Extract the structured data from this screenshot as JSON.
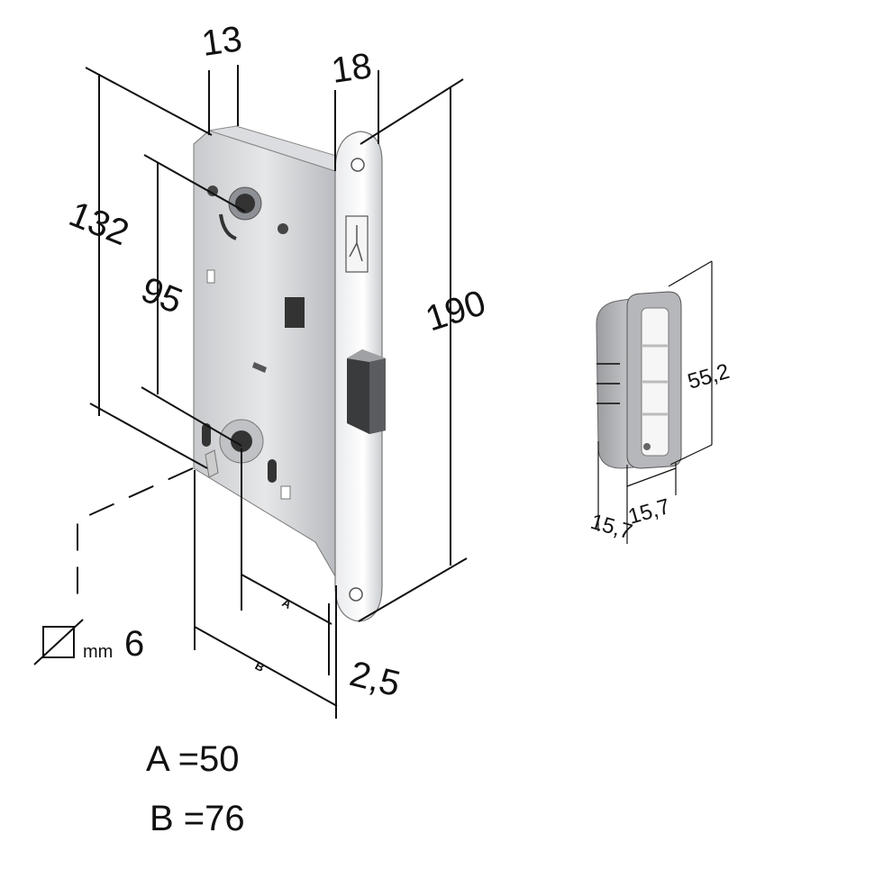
{
  "dimensions": {
    "top_a": "13",
    "top_b": "18",
    "left_height": "132",
    "inner_height": "95",
    "total_height": "190",
    "faceplate": "2,5",
    "square": "6",
    "square_unit": "mm",
    "label_a": "A",
    "label_b": "B"
  },
  "striker": {
    "height": "55,2",
    "width_left": "15,7",
    "width_right": "15,7"
  },
  "legend": {
    "a_value": "A =50",
    "b_value": "B =76"
  }
}
